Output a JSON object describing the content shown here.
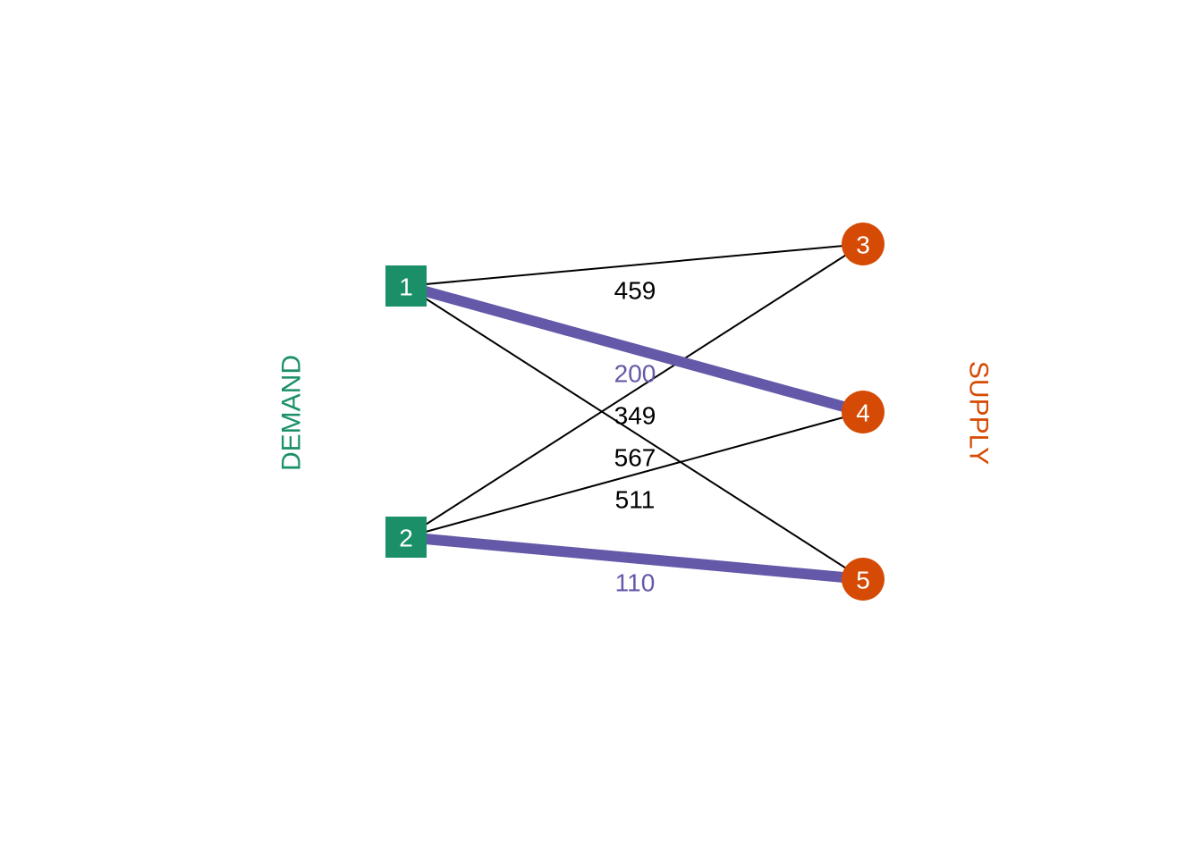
{
  "colors": {
    "demand": "#1b9068",
    "supply": "#d54b05",
    "selected_edge": "#6359a8",
    "edge": "#000000",
    "background": "#ffffff"
  },
  "side_labels": {
    "demand": "DEMAND",
    "supply": "SUPPLY"
  },
  "nodes": [
    {
      "id": "1",
      "label": "1",
      "group": "demand",
      "shape": "square"
    },
    {
      "id": "2",
      "label": "2",
      "group": "demand",
      "shape": "square"
    },
    {
      "id": "3",
      "label": "3",
      "group": "supply",
      "shape": "circle"
    },
    {
      "id": "4",
      "label": "4",
      "group": "supply",
      "shape": "circle"
    },
    {
      "id": "5",
      "label": "5",
      "group": "supply",
      "shape": "circle"
    }
  ],
  "edges": [
    {
      "from": "1",
      "to": "3",
      "label": "459",
      "selected": false
    },
    {
      "from": "1",
      "to": "4",
      "label": "200",
      "selected": true
    },
    {
      "from": "1",
      "to": "5",
      "label": "349",
      "selected": false
    },
    {
      "from": "2",
      "to": "3",
      "label": "567",
      "selected": false
    },
    {
      "from": "2",
      "to": "4",
      "label": "511",
      "selected": false
    },
    {
      "from": "2",
      "to": "5",
      "label": "110",
      "selected": true
    }
  ]
}
